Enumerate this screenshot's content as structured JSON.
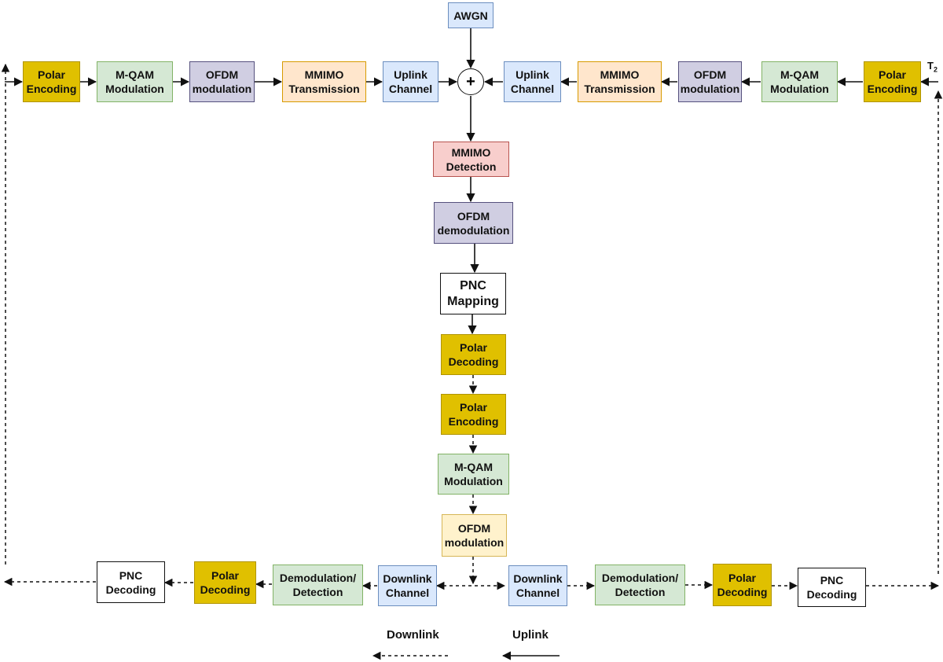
{
  "awgn": "AWGN",
  "sum_symbol": "+",
  "t2_label": "T2",
  "uplink_left": {
    "polar_encoding": "Polar\nEncoding",
    "mqam_modulation": "M-QAM\nModulation",
    "ofdm_modulation": "OFDM\nmodulation",
    "mmimo_transmission": "MMIMO\nTransmission",
    "uplink_channel": "Uplink\nChannel"
  },
  "uplink_right": {
    "uplink_channel": "Uplink\nChannel",
    "mmimo_transmission": "MMIMO\nTransmission",
    "ofdm_modulation": "OFDM\nmodulation",
    "mqam_modulation": "M-QAM\nModulation",
    "polar_encoding": "Polar\nEncoding"
  },
  "relay": {
    "mmimo_detection": "MMIMO\nDetection",
    "ofdm_demodulation": "OFDM\ndemodulation",
    "pnc_mapping": "PNC\nMapping",
    "polar_decoding": "Polar\nDecoding",
    "polar_encoding": "Polar\nEncoding",
    "mqam_modulation": "M-QAM\nModulation",
    "ofdm_modulation": "OFDM\nmodulation"
  },
  "downlink_left": {
    "downlink_channel": "Downlink\nChannel",
    "demod_detection": "Demodulation/\nDetection",
    "polar_decoding": "Polar\nDecoding",
    "pnc_decoding": "PNC\nDecoding"
  },
  "downlink_right": {
    "downlink_channel": "Downlink\nChannel",
    "demod_detection": "Demodulation/\nDetection",
    "polar_decoding": "Polar\nDecoding",
    "pnc_decoding": "PNC\nDecoding"
  },
  "legend": {
    "downlink": "Downlink",
    "uplink": "Uplink"
  }
}
